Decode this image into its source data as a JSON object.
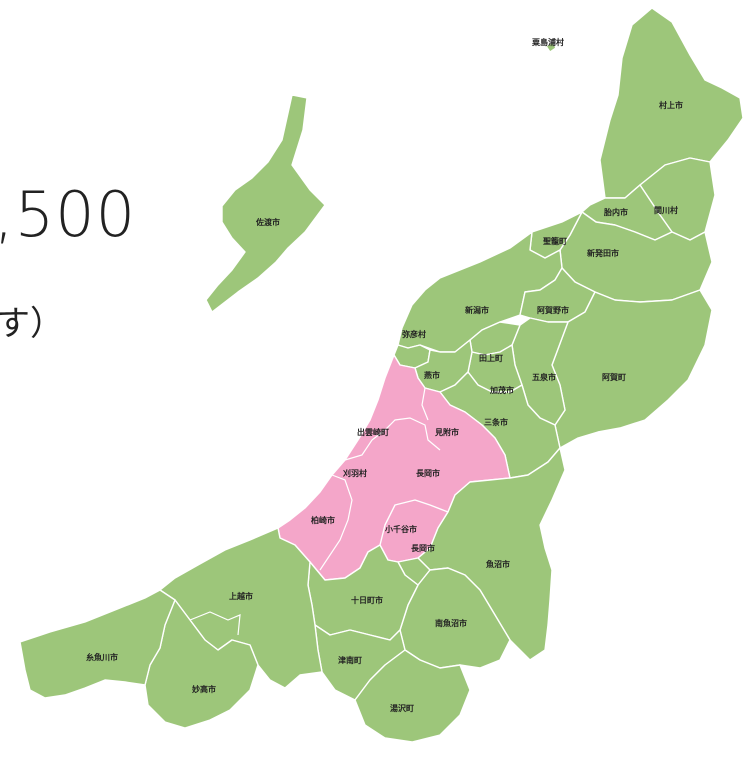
{
  "colors": {
    "region_default": "#9dc67a",
    "region_highlight": "#f4a6c9",
    "border": "#ffffff"
  },
  "headline": {
    "value": ",500",
    "sub": "す）"
  },
  "municipalities": {
    "awashimaura": "粟島浦村",
    "murakami": "村上市",
    "tainai": "胎内市",
    "sekikawa": "関川村",
    "sado": "佐渡市",
    "seiro": "聖籠町",
    "shibata": "新発田市",
    "niigata": "新潟市",
    "aganoshi": "阿賀野市",
    "yahiko": "弥彦村",
    "tagami": "田上町",
    "gosen": "五泉市",
    "agamachi": "阿賀町",
    "tsubame": "燕市",
    "kamo": "加茂市",
    "sanjo": "三条市",
    "izumozaki": "出雲崎町",
    "mitsuke": "見附市",
    "kariwa": "刈羽村",
    "nagaoka": "長岡市",
    "kashiwazaki": "柏崎市",
    "ojiya": "小千谷市",
    "nagaoka2": "長岡市",
    "uonuma": "魚沼市",
    "joetsu": "上越市",
    "tokamachi": "十日町市",
    "minamiuonuma": "南魚沼市",
    "itoigawa": "糸魚川市",
    "tsunan": "津南町",
    "myoko": "妙高市",
    "yuzawa": "湯沢町"
  }
}
